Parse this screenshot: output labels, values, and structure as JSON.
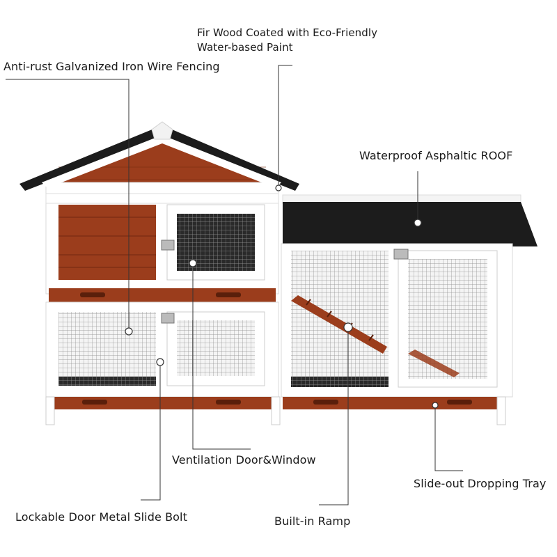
{
  "callouts": {
    "fir_wood_line1": "Fir Wood Coated with Eco-Friendly",
    "fir_wood_line2": "Water-based Paint",
    "fencing": "Anti-rust Galvanized Iron Wire Fencing",
    "roof": "Waterproof Asphaltic ROOF",
    "ventilation": "Ventilation Door&Window",
    "tray": "Slide-out Dropping Tray",
    "bolt": "Lockable Door Metal Slide Bolt",
    "ramp": "Built-in Ramp"
  },
  "colors": {
    "wood": "#9b3d1c",
    "wood_dark": "#7a2c12",
    "frame": "#ffffff",
    "roof": "#1c1c1c",
    "mesh": "#8a8a8a",
    "leader": "#333333"
  }
}
